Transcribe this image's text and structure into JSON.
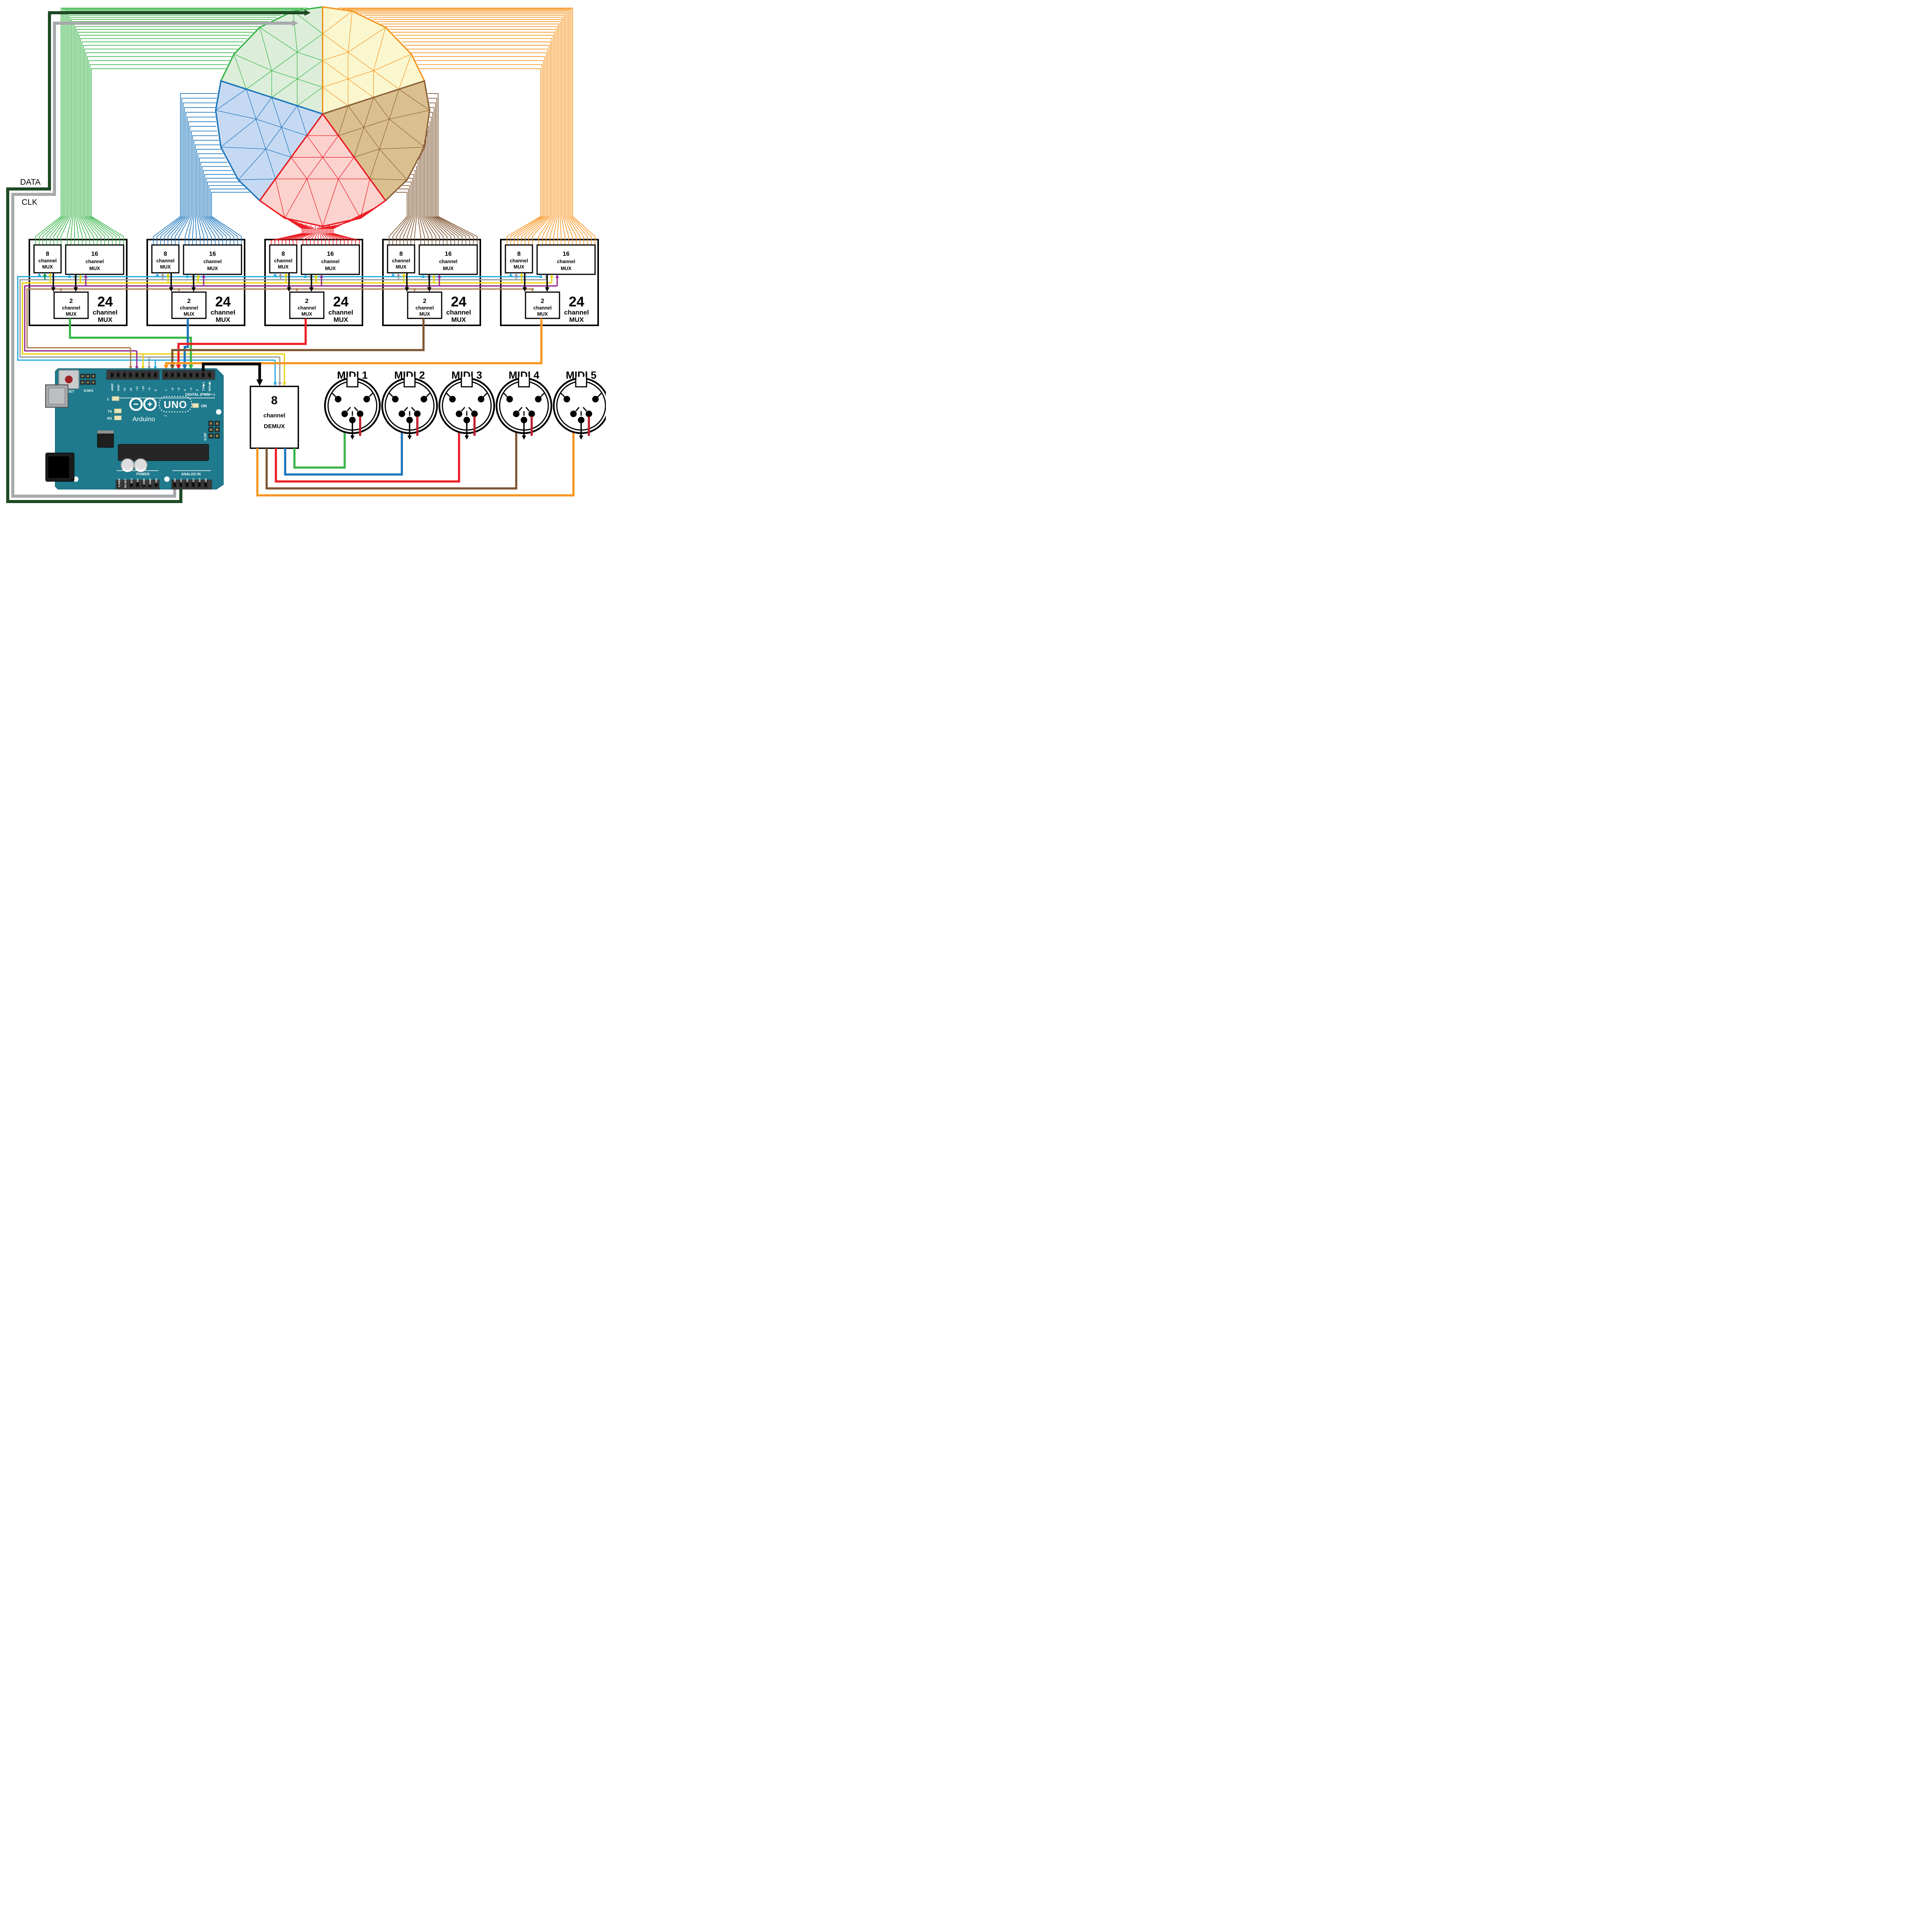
{
  "left_labels": {
    "data": "DATA",
    "clk": "CLK"
  },
  "mux": {
    "ch8": [
      "8",
      "channel",
      "MUX"
    ],
    "ch16": [
      "16",
      "channel",
      "MUX"
    ],
    "ch2": [
      "2",
      "channel",
      "MUX"
    ],
    "ch24": [
      "24",
      "channel",
      "MUX"
    ]
  },
  "demux": {
    "lines": [
      "8",
      "channel",
      "DEMUX"
    ]
  },
  "midi": {
    "labels": [
      "MIDI 1",
      "MIDI 2",
      "MIDI 3",
      "MIDI 4",
      "MIDI 5"
    ]
  },
  "groups": [
    {
      "id": "green",
      "color": "#3AB54A",
      "sel8_mid": "#009245"
    },
    {
      "id": "blue",
      "color": "#1B75BC",
      "sel8_mid": "#999B9E"
    },
    {
      "id": "red",
      "color": "#ED1C24",
      "sel8_mid": "#999B9E"
    },
    {
      "id": "brown",
      "color": "#7F5530",
      "sel8_mid": "#999B9E"
    },
    {
      "id": "orange",
      "color": "#F7941E",
      "sel8_mid": "#999B9E"
    }
  ],
  "dome": {
    "sectors": [
      {
        "id": "green",
        "stroke": "#39B54A",
        "fill": "#DCEEDA"
      },
      {
        "id": "yellow",
        "stroke": "#F7941E",
        "fill": "#FAF7CF"
      },
      {
        "id": "tan",
        "stroke": "#8C6239",
        "fill": "#DBC08F"
      },
      {
        "id": "blue",
        "stroke": "#1B75BC",
        "fill": "#C6D9F2"
      },
      {
        "id": "red",
        "stroke": "#ED1C24",
        "fill": "#FBD2CE"
      }
    ],
    "wires_per_sector": 24
  },
  "bus": [
    {
      "name": "cyan",
      "color": "#29ABE2",
      "pin": "8"
    },
    {
      "name": "gray",
      "color": "#999B9E",
      "pin": "9"
    },
    {
      "name": "yellow",
      "color": "#E7D10C",
      "pin": "10"
    },
    {
      "name": "purple",
      "color": "#93278F",
      "pin": "11"
    },
    {
      "name": "tan",
      "color": "#AA7D50",
      "pin": "12"
    }
  ],
  "signals": {
    "data_color": "#1E4A24",
    "clk_color": "#A7A9AC",
    "tx_color": "#000000",
    "crimson_stub": "#BE1E2D"
  },
  "arduino": {
    "board_color": "#1E7A8C",
    "digital_pins": [
      "AREF",
      "GND",
      "13",
      "12",
      "~11",
      "~10",
      "~9",
      "8",
      "7",
      "~6",
      "~5",
      "4",
      "~3",
      "2",
      "TX0▶1",
      "RX0◀0"
    ],
    "power_pins": [
      "IOREF",
      "RESET",
      "3V3",
      "5V",
      "GND",
      "GND",
      "VIN"
    ],
    "analog_pins": [
      "A0",
      "A1",
      "A2",
      "A3",
      "A4",
      "A5"
    ],
    "texts": {
      "digital": "DIGITAL (PWM=~)",
      "power": "POWER",
      "analog": "ANALOG IN",
      "icsp2": "ICSP2",
      "icsp": "ICSP",
      "reset": "RESET",
      "led_l": "L",
      "led_tx": "TX",
      "led_rx": "RX",
      "led_on": "ON",
      "uno": "UNO",
      "brand": "Arduino",
      "tm": "TM"
    }
  }
}
